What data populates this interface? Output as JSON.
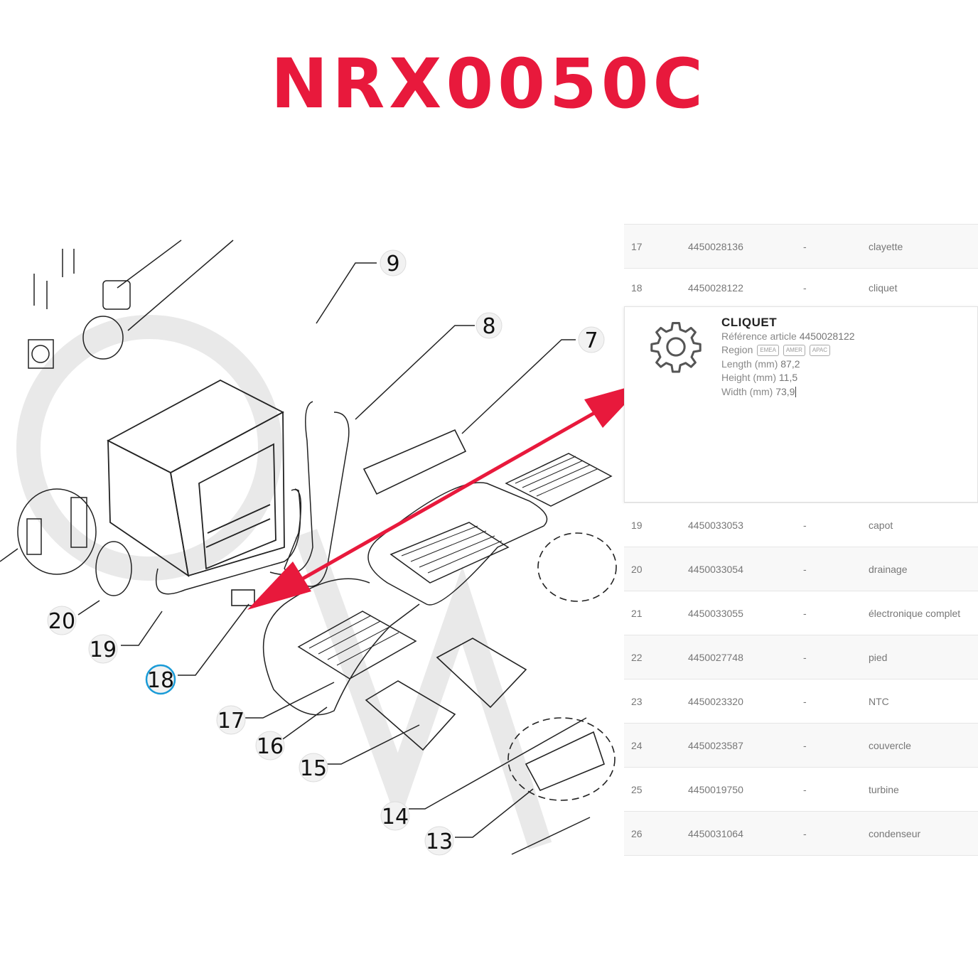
{
  "header": {
    "title": "NRX0050C"
  },
  "diagram": {
    "callouts": [
      "9",
      "8",
      "7",
      "20",
      "19",
      "18",
      "17",
      "16",
      "15",
      "14",
      "13"
    ],
    "highlighted_callout": "18",
    "accent_color": "#e8193c",
    "highlight_color": "#1a9bd7"
  },
  "parts": {
    "rows_before": [
      {
        "num": "17",
        "ref": "4450028136",
        "dash": "-",
        "name": "clayette"
      },
      {
        "num": "18",
        "ref": "4450028122",
        "dash": "-",
        "name": "cliquet"
      }
    ],
    "detail": {
      "icon": "gear-icon",
      "name": "CLIQUET",
      "ref_label": "Référence article",
      "ref_value": "4450028122",
      "region_label": "Region",
      "regions": [
        "EMEA",
        "AMER",
        "APAC"
      ],
      "length_label": "Length (mm)",
      "length_value": "87,2",
      "height_label": "Height (mm)",
      "height_value": "11,5",
      "width_label": "Width (mm)",
      "width_value": "73,9"
    },
    "rows_after": [
      {
        "num": "19",
        "ref": "4450033053",
        "dash": "-",
        "name": "capot"
      },
      {
        "num": "20",
        "ref": "4450033054",
        "dash": "-",
        "name": "drainage"
      },
      {
        "num": "21",
        "ref": "4450033055",
        "dash": "-",
        "name": "électronique complet"
      },
      {
        "num": "22",
        "ref": "4450027748",
        "dash": "-",
        "name": "pied"
      },
      {
        "num": "23",
        "ref": "4450023320",
        "dash": "-",
        "name": "NTC"
      },
      {
        "num": "24",
        "ref": "4450023587",
        "dash": "-",
        "name": "couvercle"
      },
      {
        "num": "25",
        "ref": "4450019750",
        "dash": "-",
        "name": "turbine"
      },
      {
        "num": "26",
        "ref": "4450031064",
        "dash": "-",
        "name": "condenseur"
      }
    ]
  }
}
